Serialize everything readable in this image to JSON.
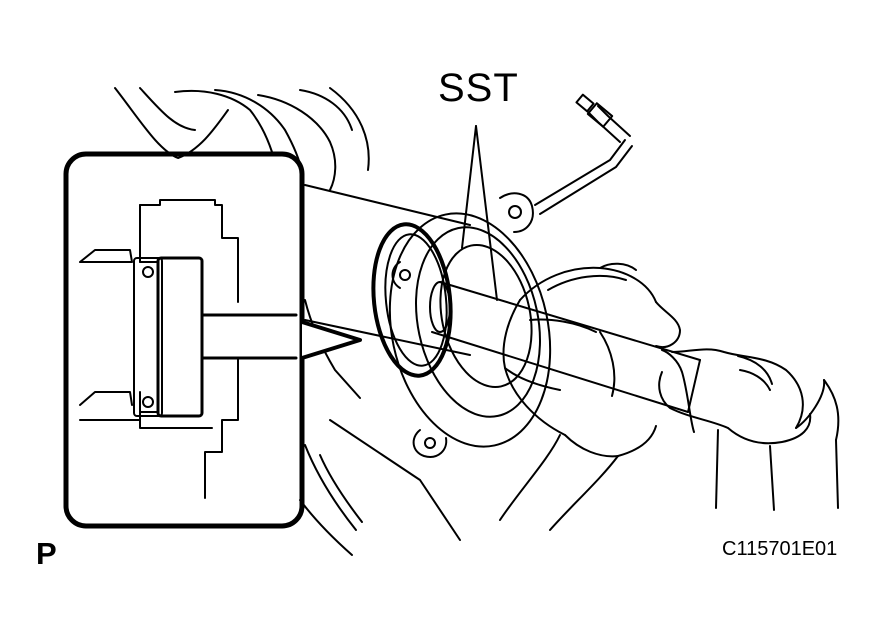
{
  "labels": {
    "tool": "SST",
    "view_marker": "P",
    "figure_code": "C115701E01"
  },
  "colors": {
    "ink": "#000000",
    "paper": "#ffffff"
  }
}
